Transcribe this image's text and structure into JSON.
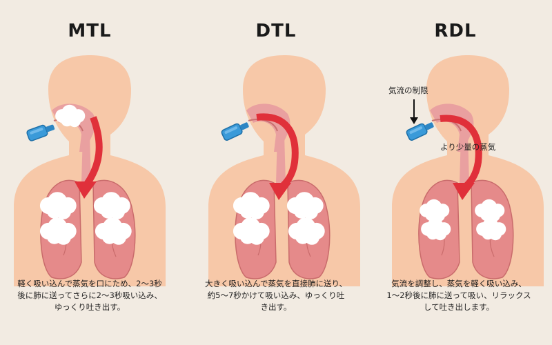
{
  "panels": [
    {
      "title": "MTL",
      "caption": "軽く吸い込んで蒸気を口にため、2〜3秒後に肺に送ってさらに2〜3秒吸い込み、ゆっくり吐き出す。"
    },
    {
      "title": "DTL",
      "caption": "大きく吸い込んで蒸気を直接肺に送り、約5〜7秒かけて吸い込み、ゆっくり吐き出す。"
    },
    {
      "title": "RDL",
      "caption": "気流を調整し、蒸気を軽く吸い込み、1〜2秒後に肺に送って吸い、リラックスして吐き出します。"
    }
  ],
  "annotations": {
    "airflow_restriction": "気流の制限",
    "less_vapor": "より少量の蒸気"
  },
  "colors": {
    "background": "#f2ebe2",
    "body": "#f7c8a8",
    "lung": "#e58a8a",
    "arrow": "#e0303a",
    "device": "#3a9ad9",
    "vapor": "#ffffff"
  }
}
